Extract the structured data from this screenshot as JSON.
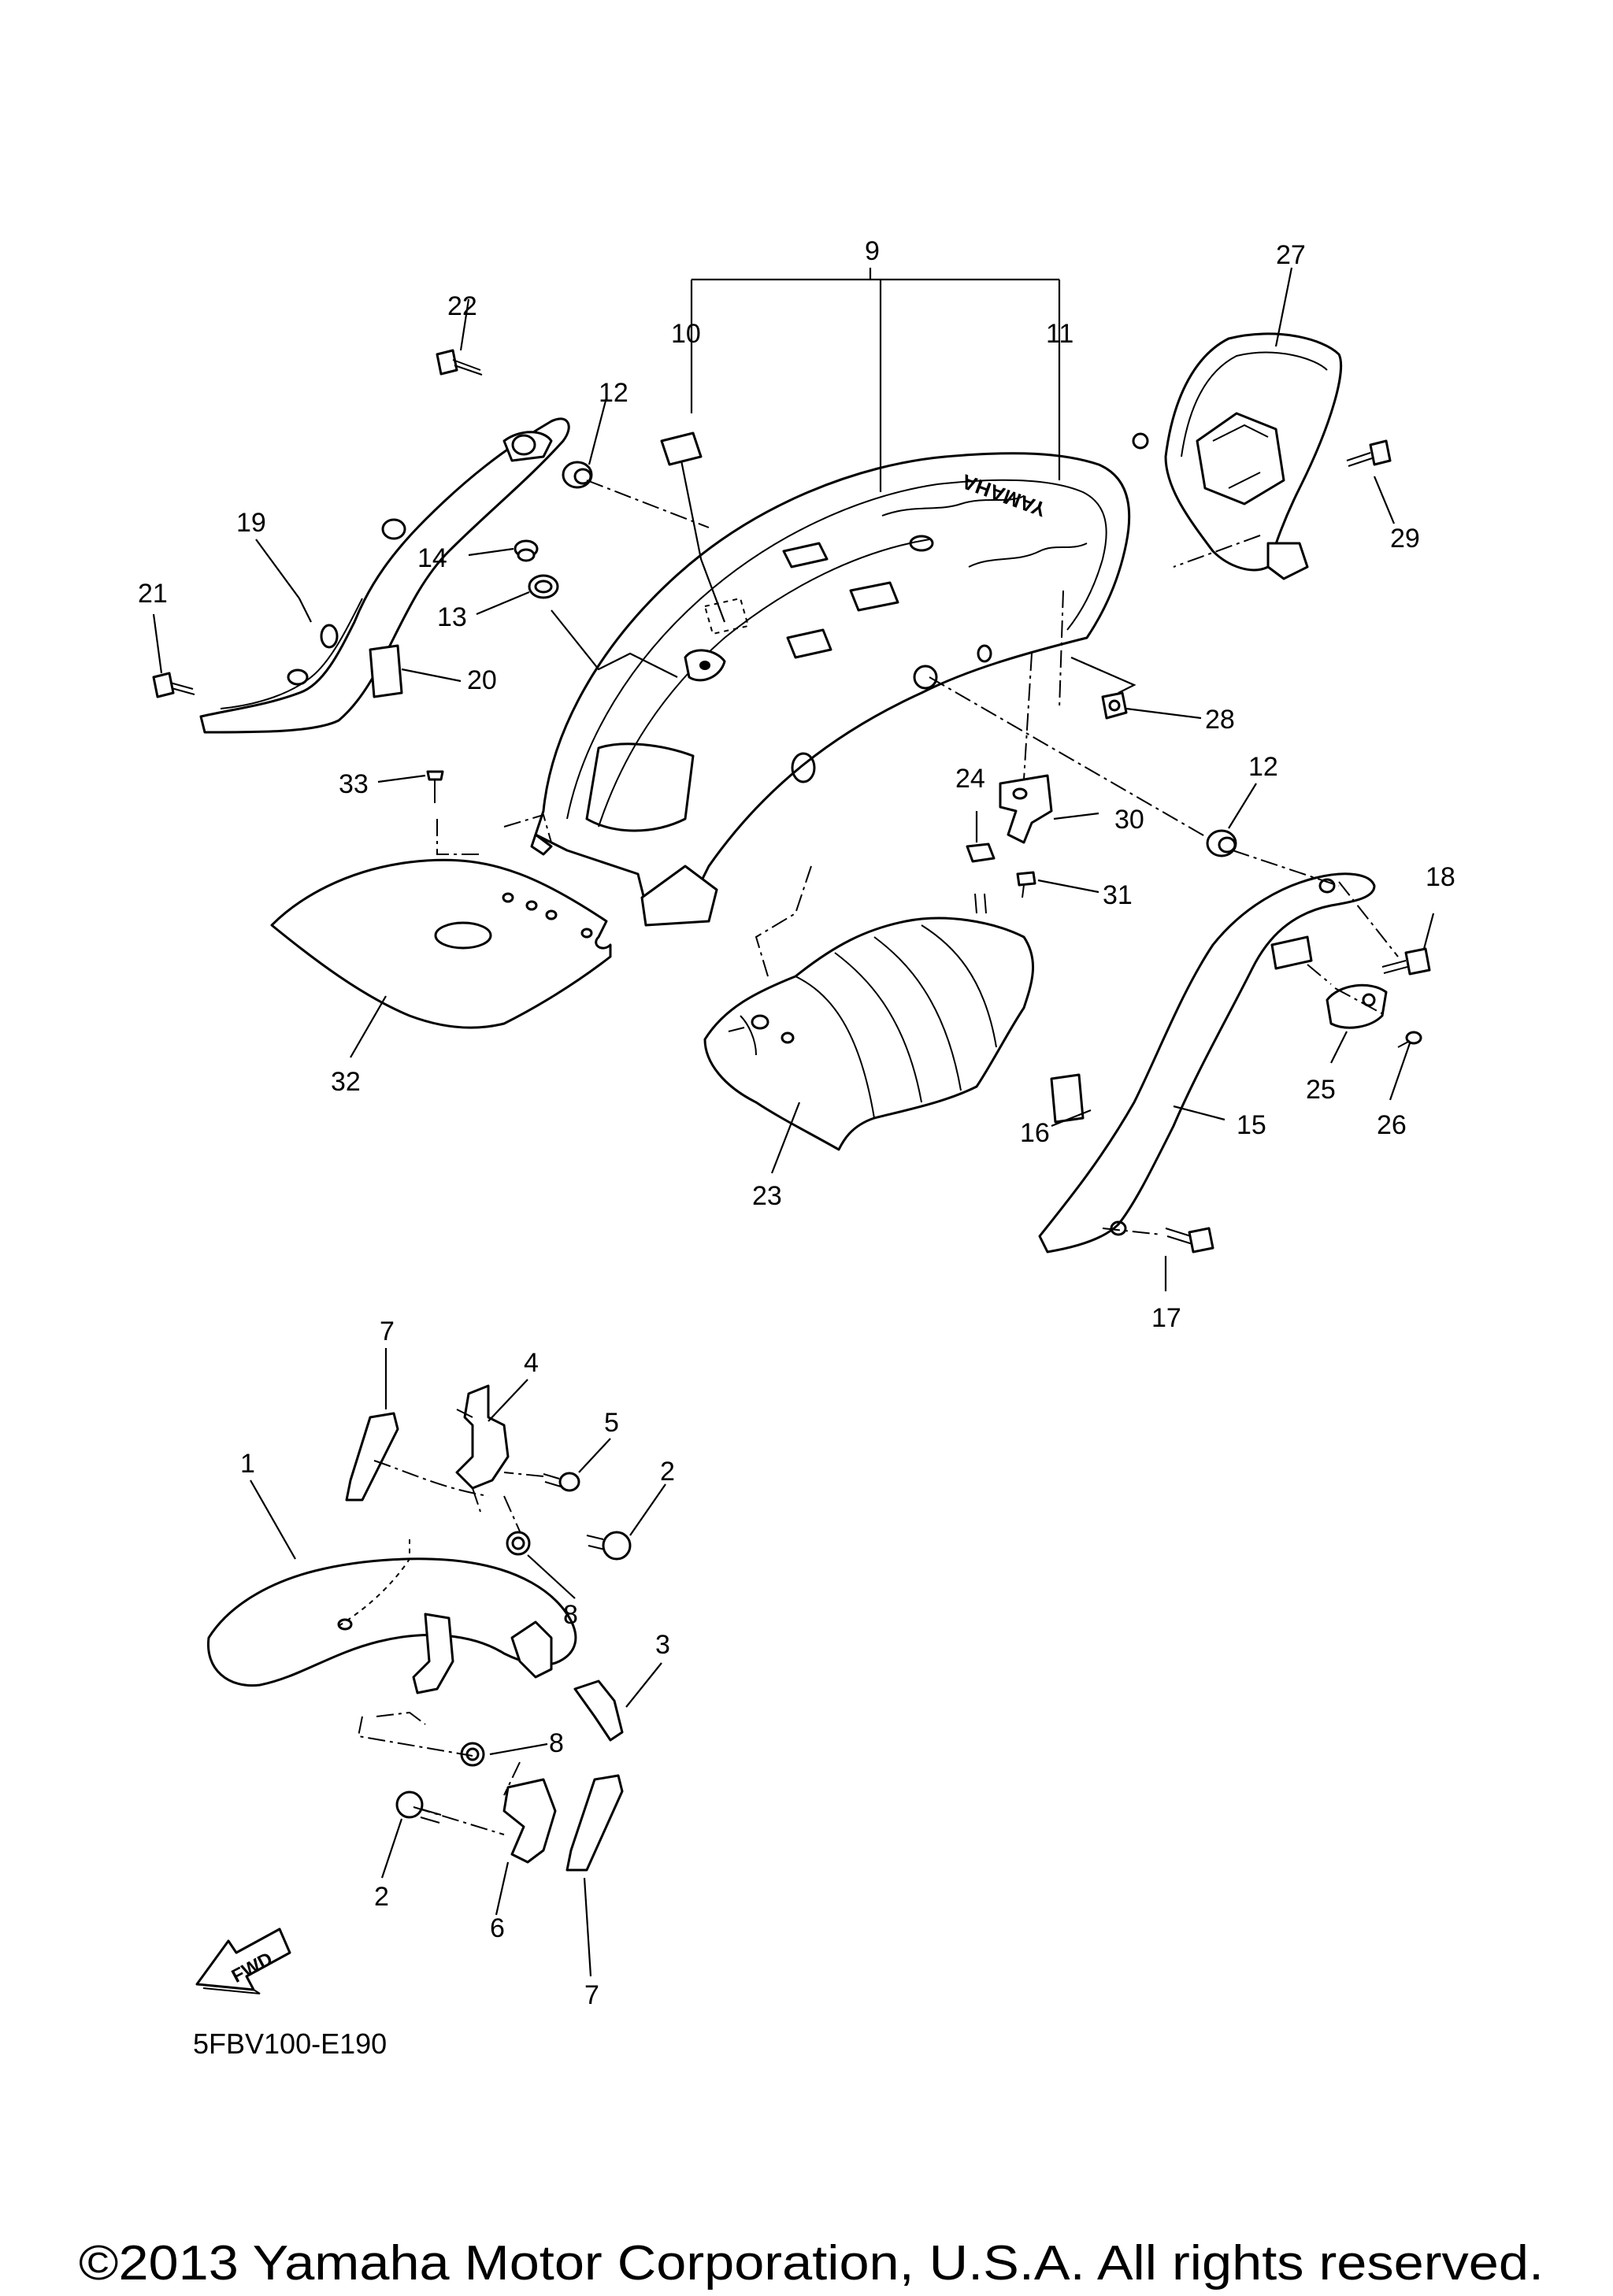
{
  "diagram": {
    "code": "5FBV100-E190",
    "fwd_label": "FWD",
    "brand_mark": "YAMAHA",
    "copyright": "©2013 Yamaha Motor Corporation, U.S.A. All rights reserved."
  },
  "callouts": [
    {
      "id": "c1",
      "label": "1"
    },
    {
      "id": "c2a",
      "label": "2"
    },
    {
      "id": "c2b",
      "label": "2"
    },
    {
      "id": "c3",
      "label": "3"
    },
    {
      "id": "c4",
      "label": "4"
    },
    {
      "id": "c5",
      "label": "5"
    },
    {
      "id": "c6",
      "label": "6"
    },
    {
      "id": "c7a",
      "label": "7"
    },
    {
      "id": "c7b",
      "label": "7"
    },
    {
      "id": "c8a",
      "label": "8"
    },
    {
      "id": "c8b",
      "label": "8"
    },
    {
      "id": "c9",
      "label": "9"
    },
    {
      "id": "c10",
      "label": "10"
    },
    {
      "id": "c11",
      "label": "11"
    },
    {
      "id": "c12a",
      "label": "12"
    },
    {
      "id": "c12b",
      "label": "12"
    },
    {
      "id": "c13",
      "label": "13"
    },
    {
      "id": "c14",
      "label": "14"
    },
    {
      "id": "c15",
      "label": "15"
    },
    {
      "id": "c16",
      "label": "16"
    },
    {
      "id": "c17",
      "label": "17"
    },
    {
      "id": "c18",
      "label": "18"
    },
    {
      "id": "c19",
      "label": "19"
    },
    {
      "id": "c20",
      "label": "20"
    },
    {
      "id": "c21",
      "label": "21"
    },
    {
      "id": "c22",
      "label": "22"
    },
    {
      "id": "c23",
      "label": "23"
    },
    {
      "id": "c24",
      "label": "24"
    },
    {
      "id": "c25",
      "label": "25"
    },
    {
      "id": "c26",
      "label": "26"
    },
    {
      "id": "c27",
      "label": "27"
    },
    {
      "id": "c28",
      "label": "28"
    },
    {
      "id": "c29",
      "label": "29"
    },
    {
      "id": "c30",
      "label": "30"
    },
    {
      "id": "c31",
      "label": "31"
    },
    {
      "id": "c32",
      "label": "32"
    },
    {
      "id": "c33",
      "label": "33"
    }
  ]
}
